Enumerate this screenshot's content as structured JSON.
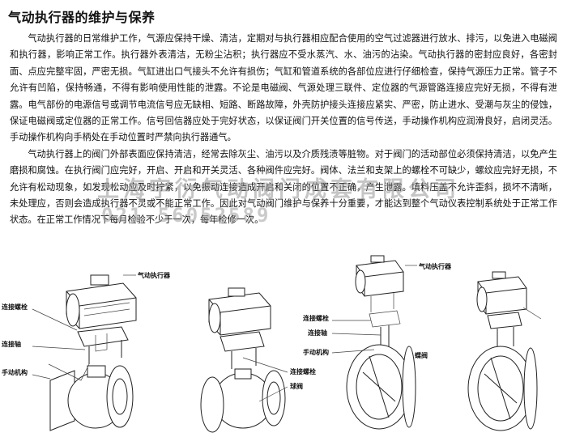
{
  "title": "气动执行器的维护与保养",
  "paragraphs": [
    "气动执行器的日常维护工作，气源应保持干燥、清洁，定期对与执行器相应配合使用的空气过滤器进行放水、排污，以免进入电磁阀和执行器，影响正常工作。执行器外表清洁，无粉尘沾积；执行器应不受水蒸汽、水、油污的沾染。气动执行器的密封应良好，各密封面、点应完整牢固，严密无损。气缸进出口气接头不允许有损伤；气缸和管道系统的各部位应进行仔细检查，保持气源压力正常。管子不允许有凹陷，保持畅通，不得有影响使用性能的泄露。不论是电磁阀、气源处理三联件、定位器的气源管路连接应完好无损，不得有泄露。电气部份的电源信号或调节电流信号应无缺相、短路、断路故障，外壳防护接头连接应紧实、严密，防止进水、受潮与灰尘的侵蚀，保证电磁阀或定位器的正常工作。信号回信器应处于完好状态，以保证阀门开关位置的信号传送，手动操作机构应润滑良好，启闭灵活。手动操作机构向手柄处在手动位置时严禁向执行器通气。",
    "气动执行器上的阀门外部表面应保持清洁，经常去除灰尘、油污以及介质残渍等脏物。对于阀门的活动部位必须保持清洁，以免产生磨损和腐蚀。在执行阀门应完好，开启、开启和开关灵活、各种阀件应完好。阀体、法兰和支架上的螺栓不可缺少，螺纹应完好无损，不允许有松动现象，如发现松动应及时拧紧，以免振动连接造成开启和关闭的位置不正确，产生泄露。填料压盖不允许歪斜，损坏不清晰，未处理应，否则会造成执行器不灵或不能正常工作。因此对气动阀门维护与保养十分重要，才能达到整个气动仪表控制系统处于正常工作状态。在正常工作情况下每月检验不少于一次，每年检修一次。"
  ],
  "watermark": {
    "company": "上海宇衍气动阀门成套有限公司",
    "phone": "021-56052589"
  },
  "diagram_labels": {
    "actuator": "气动执行器",
    "connecting_bolt": "连接螺栓",
    "connecting_shaft": "连接轴",
    "manual_mechanism": "手动机构",
    "ball_valve": "球阀",
    "butterfly_valve": "蝶阀"
  }
}
